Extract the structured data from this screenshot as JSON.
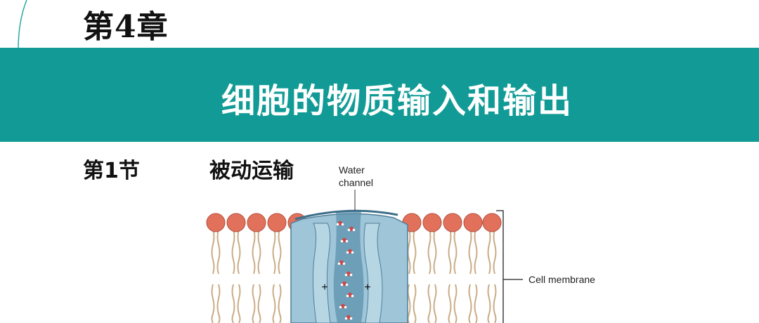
{
  "slide": {
    "chapter": "第4章",
    "banner_title": "细胞的物质输入和输出",
    "section_number": "第1节",
    "section_title": "被动运输"
  },
  "figure": {
    "label_water_line1": "Water",
    "label_water_line2": "channel",
    "label_membrane": "Cell membrane",
    "plus_sign": "+",
    "colors": {
      "lipid_head": "#e2715c",
      "lipid_tail": "#c9ac86",
      "channel": "#9ec5d8",
      "channel_dark": "#5d92ad",
      "water_o": "#c94a4a"
    }
  },
  "theme": {
    "banner": "#129b96"
  }
}
